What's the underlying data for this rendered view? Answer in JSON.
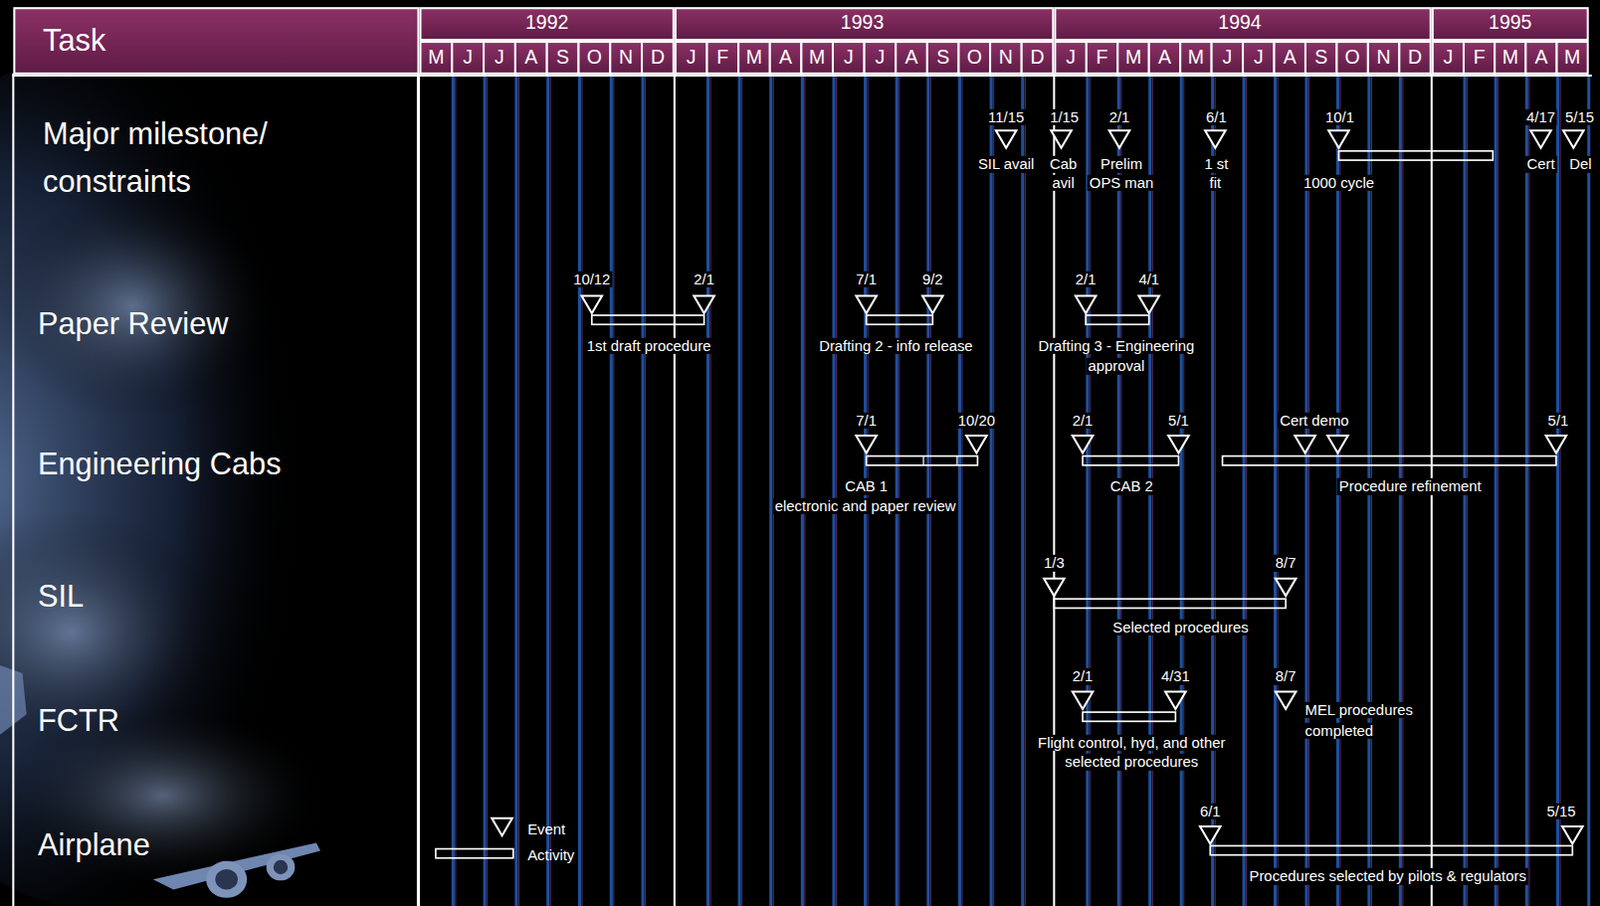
{
  "diagram": {
    "labels": [
      "Task",
      "1992",
      "1993",
      "1994",
      "1995",
      "M",
      "J",
      "J",
      "A",
      "S",
      "O",
      "N",
      "D",
      "J",
      "F",
      "M",
      "A",
      "M",
      "J",
      "J",
      "A",
      "S",
      "O",
      "N",
      "D",
      "J",
      "F",
      "M",
      "A",
      "M",
      "J",
      "J",
      "A",
      "S",
      "O",
      "N",
      "D",
      "J",
      "F",
      "M",
      "A",
      "M",
      "Major milestone/",
      "constraints",
      "Paper Review",
      "Engineering Cabs",
      "SIL",
      "FCTR",
      "Airplane",
      "11/15",
      "SIL avail",
      "1/15",
      "Cab",
      "avil",
      "2/1",
      "Prelim",
      "OPS man",
      "6/1",
      "1 st",
      "fit",
      "10/1",
      "1000 cycle",
      "4/17",
      "Cert",
      "5/15",
      "Del",
      "10/12",
      "2/1",
      "1st draft procedure",
      "7/1",
      "9/2",
      "Drafting 2 - info release",
      "2/1",
      "4/1",
      "Drafting 3 - Engineering",
      "approval",
      "7/1",
      "10/20",
      "CAB 1",
      "electronic and paper review",
      "2/1",
      "5/1",
      "CAB 2",
      "Cert demo",
      "5/1",
      "Procedure refinement",
      "1/3",
      "8/7",
      "Selected procedures",
      "2/1",
      "4/31",
      "Flight control, hyd, and other",
      "selected procedures",
      "8/7",
      "MEL procedures",
      "completed",
      "6/1",
      "5/15",
      "Procedures selected by pilots & regulators"
    ],
    "legend": [
      {
        "text": "Event"
      },
      {
        "text": "Activity"
      }
    ]
  }
}
